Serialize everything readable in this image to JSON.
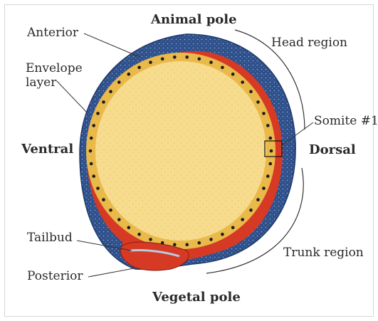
{
  "labels": {
    "animal_pole": "Animal pole",
    "anterior": "Anterior",
    "envelope_line1": "Envelope",
    "envelope_line2": "layer",
    "ventral": "Ventral",
    "head_region": "Head region",
    "somite": "Somite #1",
    "dorsal": "Dorsal",
    "tailbud": "Tailbud",
    "posterior": "Posterior",
    "trunk_region": "Trunk region",
    "vegetal_pole": "Vegetal pole"
  },
  "colors": {
    "envelope": "#2f4f8a",
    "envelope_speckle": "#7da0cc",
    "embryo": "#d63a24",
    "yolk_rim": "#e9b94a",
    "yolk": "#f7dc8e",
    "dots": "#1c1c1c"
  }
}
